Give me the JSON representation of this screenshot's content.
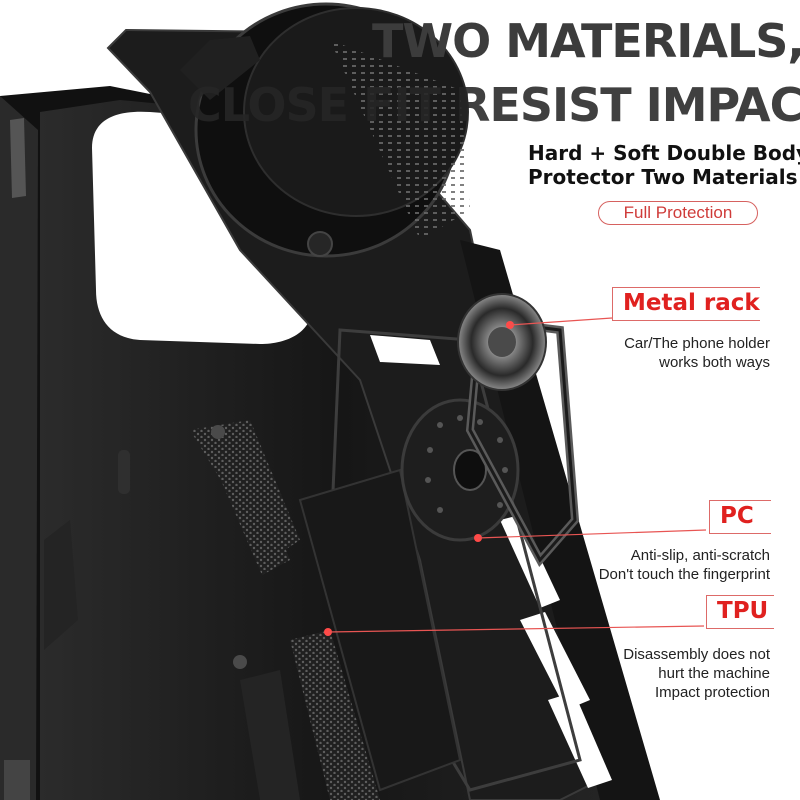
{
  "headline": {
    "line1": "TWO MATERIALS,",
    "line2": "CLOSE FIT RESIST IMPACT"
  },
  "subhead": {
    "line1": "Hard + Soft Double Body",
    "line2": "Protector Two Materials"
  },
  "badge": {
    "label": "Full Protection"
  },
  "callouts": [
    {
      "title": "Metal rack",
      "lines": [
        "Car/The phone holder",
        "works both ways"
      ]
    },
    {
      "title": "PC",
      "lines": [
        "Anti-slip, anti-scratch",
        "Don't touch the fingerprint"
      ]
    },
    {
      "title": "TPU",
      "lines": [
        "Disassembly does not",
        "hurt the machine",
        "Impact protection"
      ]
    }
  ],
  "colors": {
    "accent": "#e0211f",
    "case": "#1a1a1a",
    "case_edge": "#3a3a3a",
    "background": "#ffffff"
  }
}
